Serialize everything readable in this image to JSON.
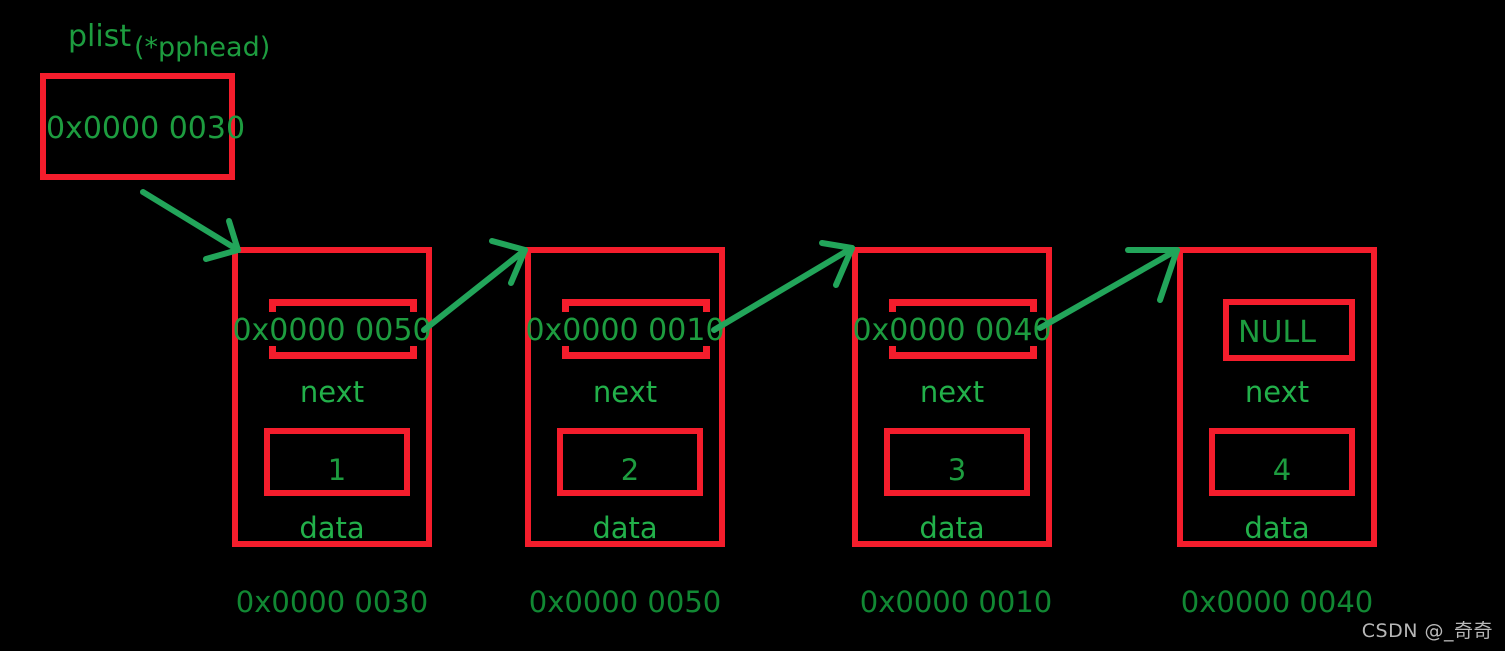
{
  "diagram": {
    "title": "Singly linked list with head pointer",
    "background_color": "#000000",
    "box_color": "#f41d2c",
    "text_color": "#1d9c3f",
    "arrow_color": "#22a55a"
  },
  "head_pointer": {
    "name_label": "plist",
    "param_label": "(*pphead)",
    "value": "0x0000 0030"
  },
  "captions": {
    "next": "next",
    "data": "data"
  },
  "nodes": [
    {
      "next_value": "0x0000 0050",
      "data_value": "1",
      "address": "0x0000 0030"
    },
    {
      "next_value": "0x0000 0010",
      "data_value": "2",
      "address": "0x0000 0050"
    },
    {
      "next_value": "0x0000 0040",
      "data_value": "3",
      "address": "0x0000 0010"
    },
    {
      "next_value": "NULL",
      "data_value": "4",
      "address": "0x0000 0040"
    }
  ],
  "watermark": "CSDN @_奇奇"
}
